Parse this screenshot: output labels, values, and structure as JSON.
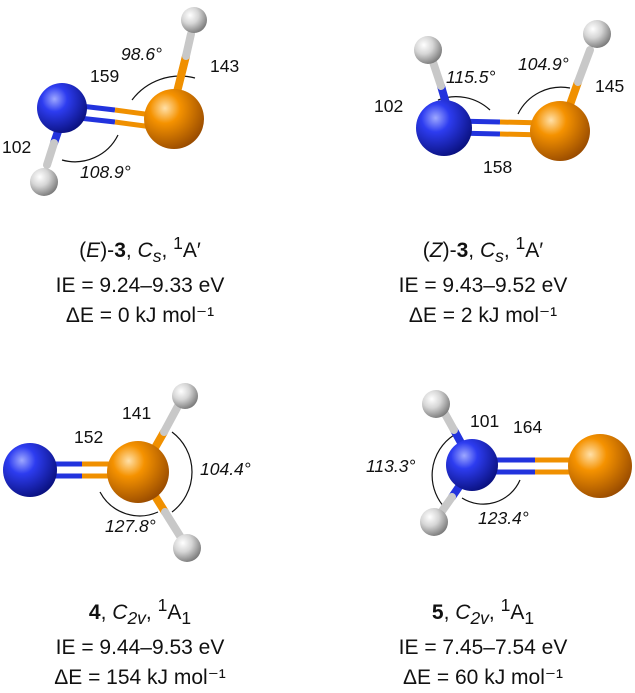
{
  "panels": [
    {
      "id": "E3",
      "labels": {
        "bond_top": "159",
        "bond_ph": "143",
        "bond_nh": "102",
        "angle_top": "98.6°",
        "angle_bottom": "108.9°"
      },
      "caption": {
        "iso_open": "(",
        "iso_letter": "E",
        "iso_close": ")-",
        "compound": "3",
        "sep1": ", ",
        "sym_main": "C",
        "sym_sub": "s",
        "sep2": ", ",
        "state_sup": "1",
        "state_main": "A′",
        "state_sub": "",
        "ie": "IE = 9.24–9.33 eV",
        "de": "ΔE = 0 kJ mol⁻¹"
      }
    },
    {
      "id": "Z3",
      "labels": {
        "bond_nh": "102",
        "bond_np": "158",
        "bond_ph": "145",
        "angle_n": "115.5°",
        "angle_p": "104.9°"
      },
      "caption": {
        "iso_open": "(",
        "iso_letter": "Z",
        "iso_close": ")-",
        "compound": "3",
        "sep1": ", ",
        "sym_main": "C",
        "sym_sub": "s",
        "sep2": ", ",
        "state_sup": "1",
        "state_main": "A′",
        "state_sub": "",
        "ie": "IE = 9.43–9.52 eV",
        "de": "ΔE = 2 kJ mol⁻¹"
      }
    },
    {
      "id": "4",
      "labels": {
        "bond_np": "152",
        "bond_ph": "141",
        "angle_right": "104.4°",
        "angle_bottom": "127.8°"
      },
      "caption": {
        "compound": "4",
        "sep1": ", ",
        "sym_main": "C",
        "sym_sub": "2v",
        "sep2": ", ",
        "state_sup": "1",
        "state_main": "A",
        "state_sub": "1",
        "ie": "IE = 9.44–9.53 eV",
        "de": "ΔE = 154 kJ mol⁻¹"
      }
    },
    {
      "id": "5",
      "labels": {
        "bond_nh": "101",
        "bond_np": "164",
        "angle_left": "113.3°",
        "angle_bottom": "123.4°"
      },
      "caption": {
        "compound": "5",
        "sep1": ", ",
        "sym_main": "C",
        "sym_sub": "2v",
        "sep2": ", ",
        "state_sup": "1",
        "state_main": "A",
        "state_sub": "1",
        "ie": "IE = 7.45–7.54 eV",
        "de": "ΔE = 60 kJ mol⁻¹"
      }
    }
  ],
  "colors": {
    "nitrogen": "#1a2be0",
    "phosphorus": "#f08a00",
    "hydrogen": "#d9d9d9",
    "bond_n": "#2233dd",
    "bond_p": "#f09000",
    "bond_h": "#c8c8c8"
  }
}
